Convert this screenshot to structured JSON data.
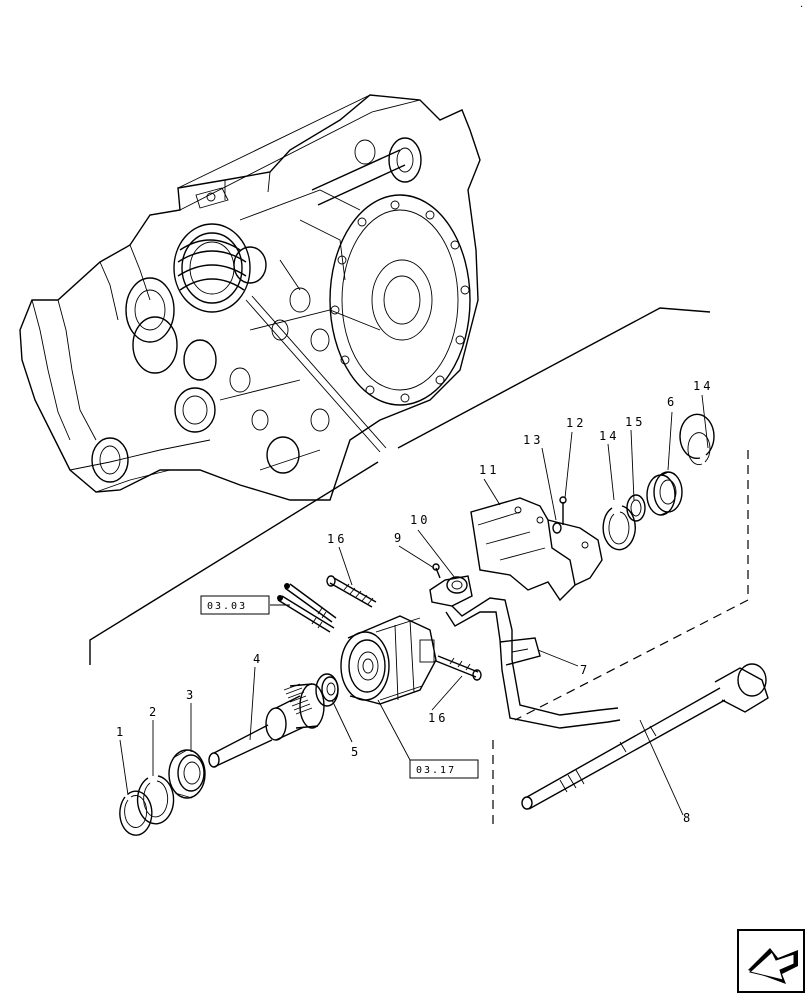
{
  "callouts": [
    "1",
    "2",
    "3",
    "4",
    "5",
    "6",
    "7",
    "8",
    "9",
    "10",
    "11",
    "12",
    "13",
    "14",
    "15",
    "16"
  ],
  "callout_14_second": "14",
  "callout_16_second": "16",
  "references": {
    "ref_a": "03.03",
    "ref_b": "03.17"
  },
  "page_marker": "·",
  "nav_icon": "previous-page-arrow-icon"
}
